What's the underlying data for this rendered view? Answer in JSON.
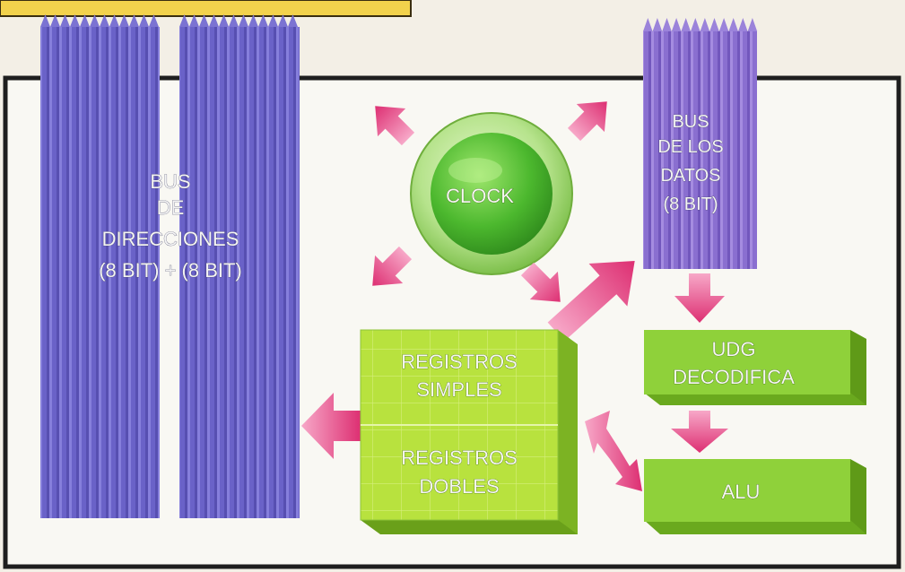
{
  "diagram": {
    "address_bus": {
      "lines": [
        "BUS",
        "DE",
        "DIRECCIONES",
        "(8 BIT) + (8 BIT)"
      ]
    },
    "data_bus": {
      "lines": [
        "BUS",
        "DE LOS",
        "DATOS",
        "(8 BIT)"
      ]
    },
    "clock": {
      "label": "CLOCK"
    },
    "registers": {
      "simple": [
        "REGISTROS",
        "SIMPLES"
      ],
      "double": [
        "REGISTROS",
        "DOBLES"
      ]
    },
    "decoder": {
      "lines": [
        "UDG",
        "DECODIFICA"
      ]
    },
    "alu": {
      "label": "ALU"
    }
  },
  "colors": {
    "bus": "#6b63c4",
    "bus_stripe": "#857ed8",
    "frame": "#1e1e1e",
    "clock_outer": "#b9e48f",
    "clock_inner": "#4cb82e",
    "block_green": "#8bd33c",
    "arrow": "#e23a7c",
    "yellow_banner": "#f2d24c"
  }
}
